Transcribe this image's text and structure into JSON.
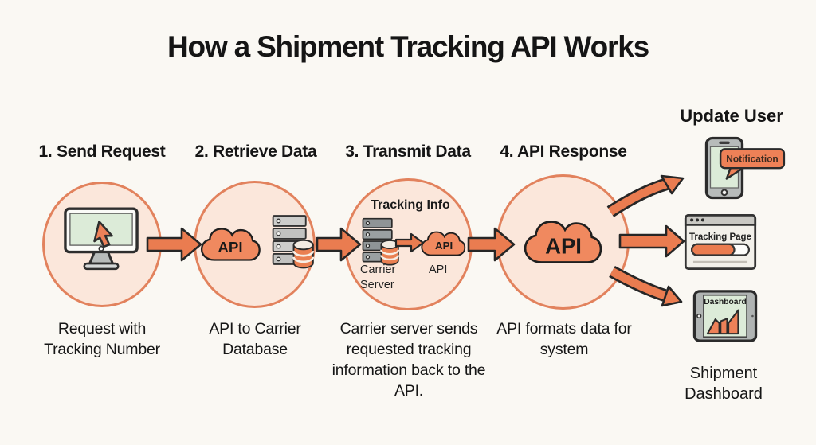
{
  "title": "How a Shipment Tracking API Works",
  "steps": [
    {
      "heading": "1. Send Request",
      "caption": "Request with Tracking Number"
    },
    {
      "heading": "2. Retrieve Data",
      "caption": "API to Carrier Database",
      "cloud_label": "API"
    },
    {
      "heading": "3. Transmit Data",
      "caption": "Carrier server sends requested tracking information back to the API.",
      "info_label": "Tracking Info",
      "server_label": "Carrier Server",
      "api_label": "API",
      "cloud_label": "API"
    },
    {
      "heading": "4. API Response",
      "caption": "API formats data for system",
      "cloud_label": "API"
    }
  ],
  "update_user": {
    "heading": "Update User",
    "notification_label": "Notification",
    "tracking_page_label": "Tracking Page",
    "dashboard_label": "Dashboard",
    "caption": "Shipment Dashboard"
  },
  "colors": {
    "background": "#faf8f3",
    "circle_fill": "#fbe7db",
    "circle_border": "#e2825d",
    "arrow": "#ea7c50",
    "cloud": "#f0895f",
    "screen_green": "#dcebd8",
    "device_gray": "#b7bbba",
    "text": "#161616"
  }
}
